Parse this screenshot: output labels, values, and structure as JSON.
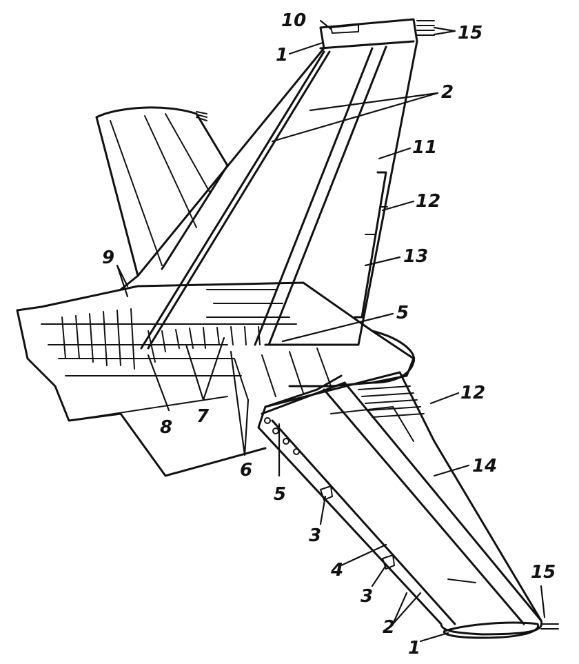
{
  "diagram": {
    "callouts": [
      {
        "id": "c1-top",
        "text": "1"
      },
      {
        "id": "c10",
        "text": "10"
      },
      {
        "id": "c15-top",
        "text": "15"
      },
      {
        "id": "c2-top",
        "text": "2"
      },
      {
        "id": "c11",
        "text": "11"
      },
      {
        "id": "c12-top",
        "text": "12"
      },
      {
        "id": "c13",
        "text": "13"
      },
      {
        "id": "c5-right",
        "text": "5"
      },
      {
        "id": "c9",
        "text": "9"
      },
      {
        "id": "c8",
        "text": "8"
      },
      {
        "id": "c7",
        "text": "7"
      },
      {
        "id": "c6",
        "text": "6"
      },
      {
        "id": "c5-low",
        "text": "5"
      },
      {
        "id": "c12-right",
        "text": "12"
      },
      {
        "id": "c14",
        "text": "14"
      },
      {
        "id": "c3-upper",
        "text": "3"
      },
      {
        "id": "c4",
        "text": "4"
      },
      {
        "id": "c3-lower",
        "text": "3"
      },
      {
        "id": "c2-bottom",
        "text": "2"
      },
      {
        "id": "c15-bottom",
        "text": "15"
      },
      {
        "id": "c1-bottom",
        "text": "1"
      }
    ]
  }
}
